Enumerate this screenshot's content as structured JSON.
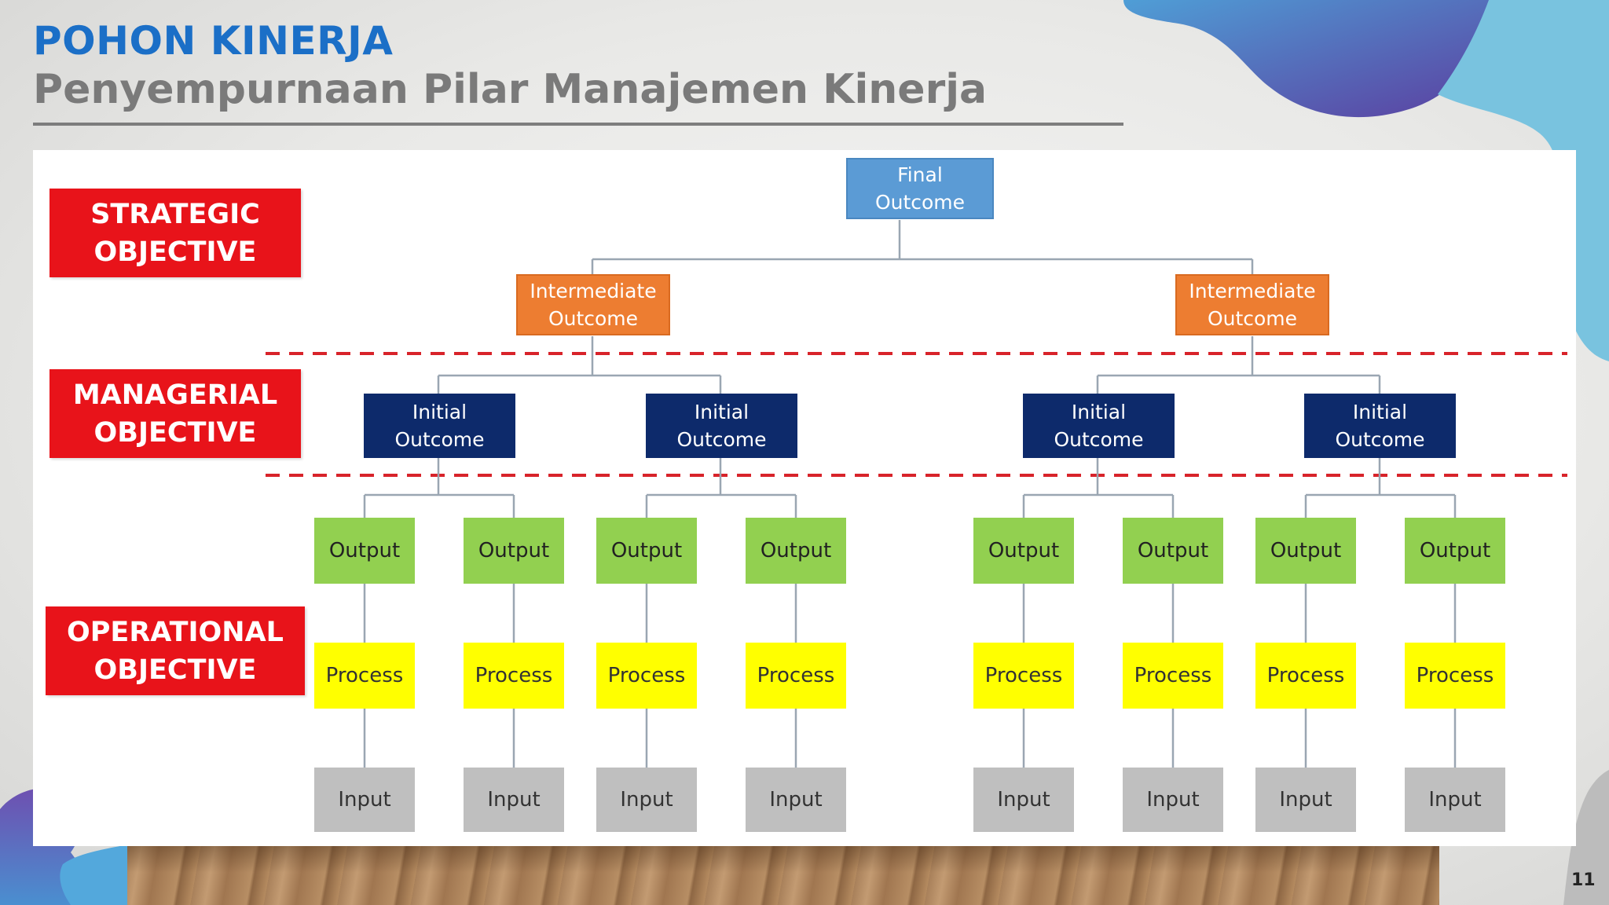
{
  "slide": {
    "title": "POHON KINERJA",
    "subtitle": "Penyempurnaan Pilar Manajemen Kinerja",
    "page_number": "11"
  },
  "colors": {
    "title": "#1b6fc7",
    "subtitle": "#7a7a7a",
    "category_label": "#e8131a",
    "final_outcome": "#5b9bd5",
    "intermediate_outcome": "#ed7d31",
    "initial_outcome": "#0d2a6b",
    "output": "#92d050",
    "process": "#ffff00",
    "input": "#bfbfbf",
    "divider": "#d8232a",
    "connector": "#9aa6b2"
  },
  "diagram": {
    "categories": {
      "strategic": "STRATEGIC\nOBJECTIVE",
      "managerial": "MANAGERIAL\nOBJECTIVE",
      "operational": "OPERATIONAL\nOBJECTIVE"
    },
    "final": "Final\nOutcome",
    "intermediate": [
      "Intermediate\nOutcome",
      "Intermediate\nOutcome"
    ],
    "initial": [
      "Initial\nOutcome",
      "Initial\nOutcome",
      "Initial\nOutcome",
      "Initial\nOutcome"
    ],
    "outputs": [
      "Output",
      "Output",
      "Output",
      "Output",
      "Output",
      "Output",
      "Output",
      "Output"
    ],
    "processes": [
      "Process",
      "Process",
      "Process",
      "Process",
      "Process",
      "Process",
      "Process",
      "Process"
    ],
    "inputs": [
      "Input",
      "Input",
      "Input",
      "Input",
      "Input",
      "Input",
      "Input",
      "Input"
    ]
  }
}
